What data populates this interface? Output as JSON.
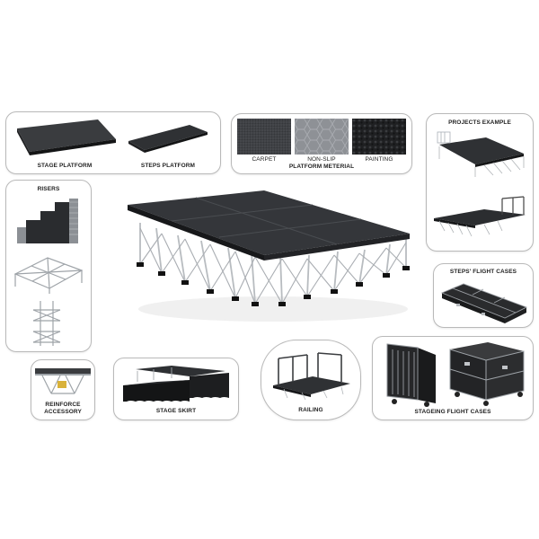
{
  "panels": {
    "stage_platform": "STAGE PLATFORM",
    "steps_platform": "STEPS PLATFORM",
    "carpet": "CARPET",
    "non_slip": "NON-SLIP",
    "painting": "PAINTING",
    "platform_material": "PLATFORM METERIAL",
    "projects_example": "PROJECTS EXAMPLE",
    "risers": "RISERS",
    "steps_flight_cases": "STEPS' FLIGHT CASES",
    "reinforce_line1": "REINFORCE",
    "reinforce_line2": "ACCESSORY",
    "stage_skirt": "STAGE SKIRT",
    "railing": "RAILING",
    "staging_flight_cases": "STAGEING FLIGHT CASES"
  },
  "colors": {
    "deck": "#2f3134",
    "deck_edge": "#1c1d1f",
    "aluminium": "#b8bcc0",
    "panel_border": "#b9b9b9"
  }
}
